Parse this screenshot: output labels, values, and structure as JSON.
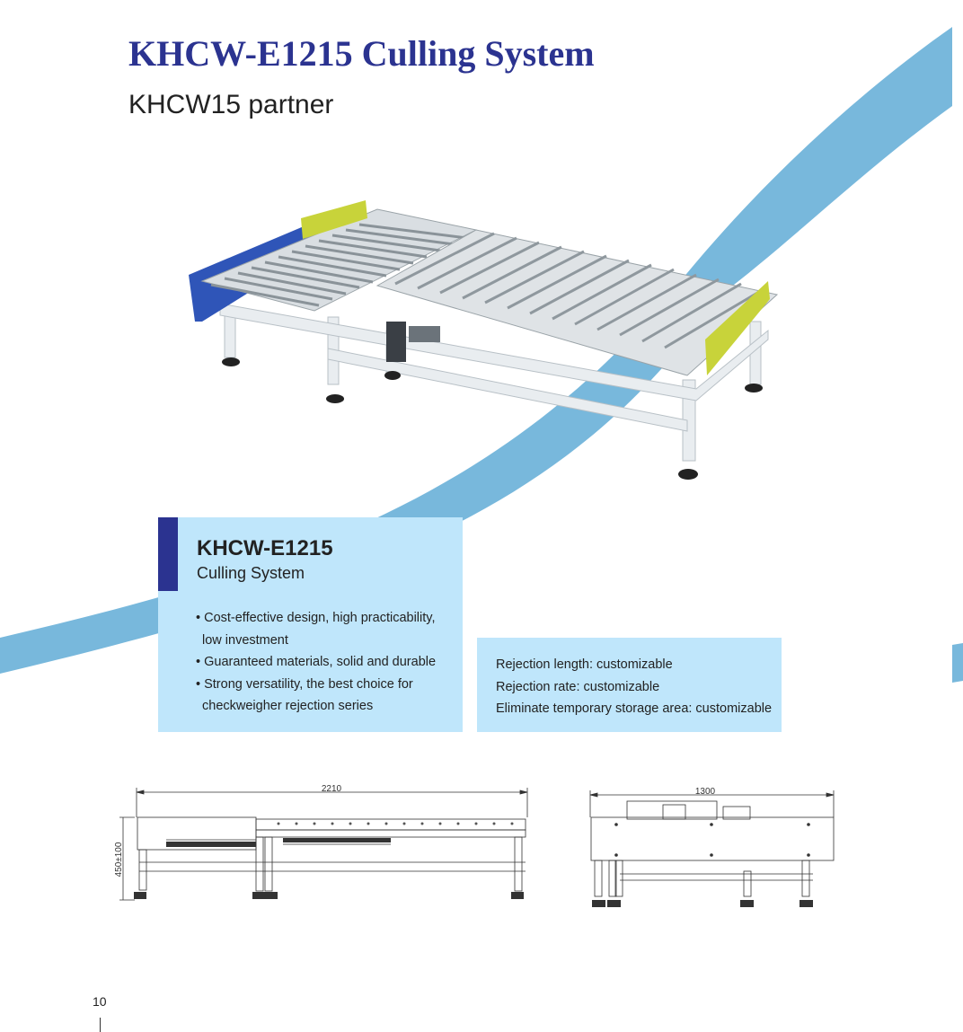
{
  "header": {
    "title": "KHCW-E1215 Culling System",
    "subtitle": "KHCW15 partner"
  },
  "info_card": {
    "model": "KHCW-E1215",
    "name": "Culling System",
    "features": [
      "• Cost-effective design, high practicability,",
      "low investment",
      "• Guaranteed materials, solid and durable",
      "• Strong versatility, the best choice for",
      "checkweigher rejection series"
    ]
  },
  "spec_card": {
    "lines": [
      "Rejection length: customizable",
      "Rejection rate: customizable",
      "Eliminate temporary storage area: customizable"
    ]
  },
  "drawings": {
    "side_length": "2210",
    "side_height": "450±100",
    "front_width": "1300"
  },
  "footer": {
    "page_number": "10"
  },
  "colors": {
    "title": "#2b3390",
    "swoosh": "#78b8dc",
    "card_bg": "#bfe6fb",
    "accent_bar": "#2b3390"
  }
}
